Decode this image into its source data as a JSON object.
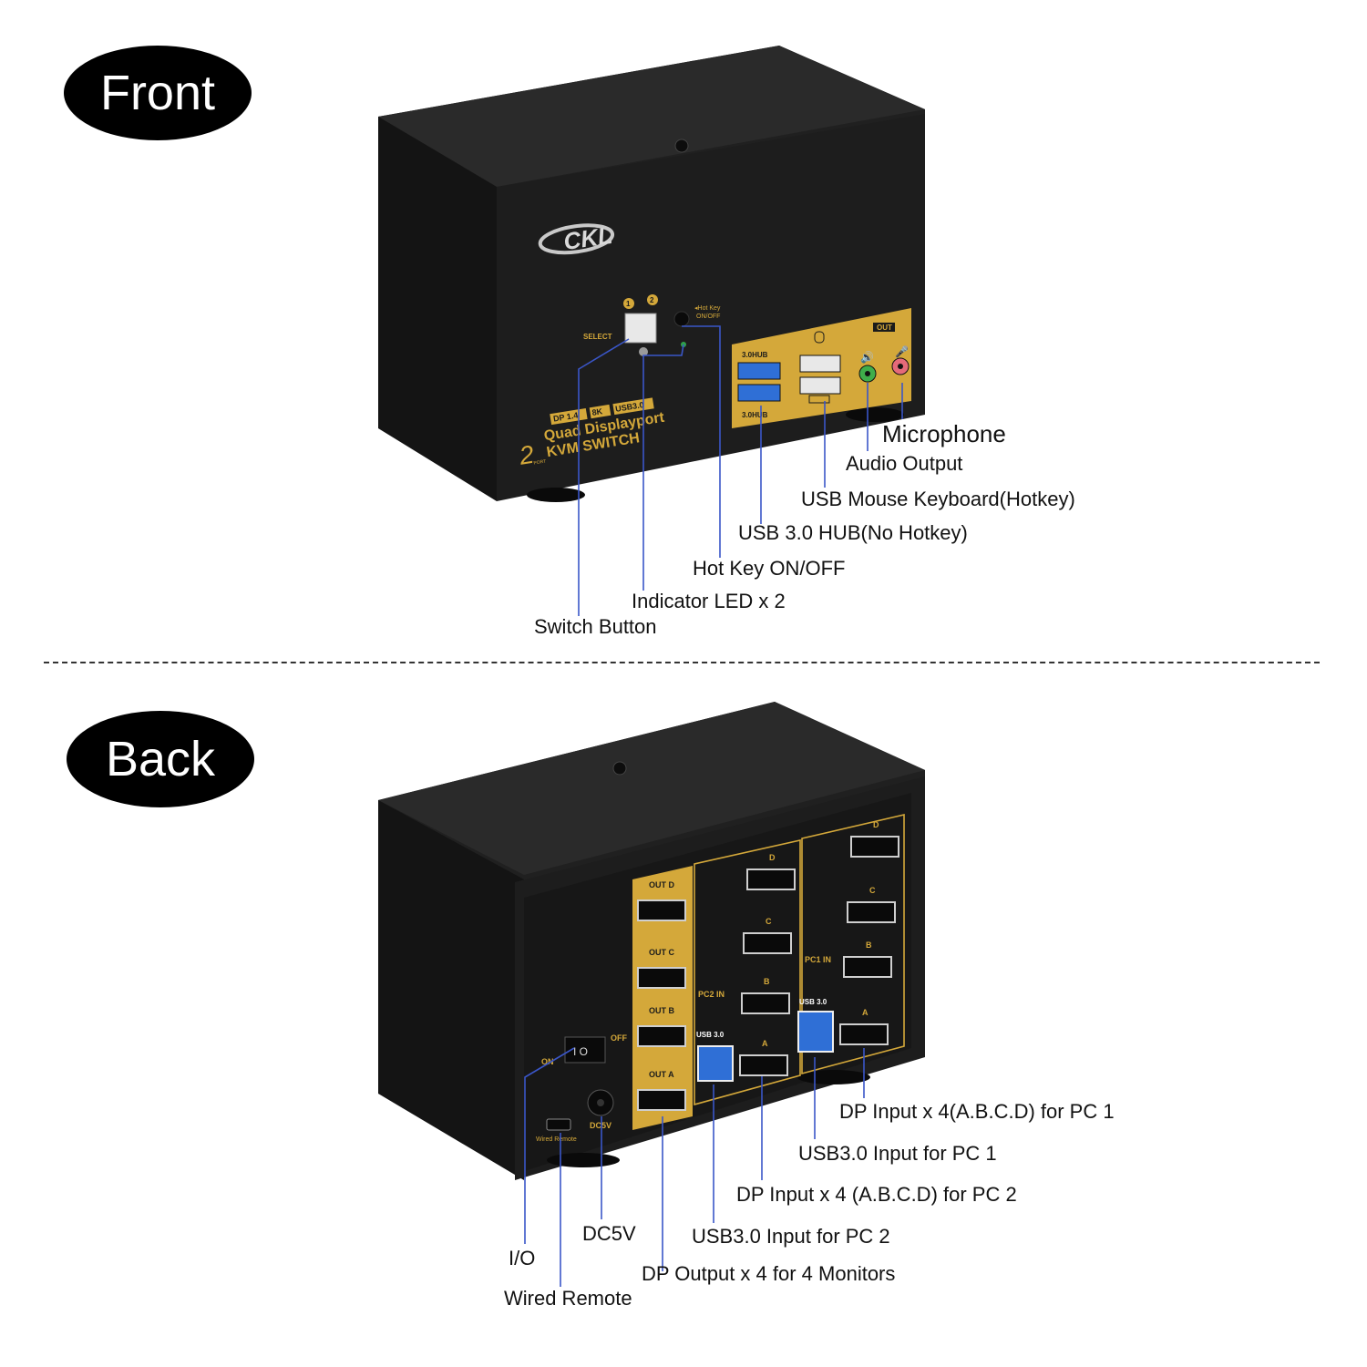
{
  "front": {
    "section_label": "Front",
    "device": {
      "brand_logo": "CKL",
      "select_label": "SELECT",
      "port_1": "1",
      "port_2": "2",
      "hotkey_label": "Hot Key ON/OFF",
      "badge_dp": "DP 1.4",
      "badge_8k": "8K",
      "badge_usb": "USB3.0",
      "product_line1": "Quad Displayport",
      "product_line2": "KVM SWITCH",
      "port_count": "2",
      "port_word": "PORT",
      "hub_top": "3.0HUB",
      "hub_bottom": "3.0HUB",
      "out_label": "OUT"
    },
    "callouts": {
      "microphone": "Microphone",
      "audio_output": "Audio Output",
      "usb_mouse_keyboard": "USB Mouse Keyboard(Hotkey)",
      "usb_hub": "USB 3.0 HUB(No Hotkey)",
      "hotkey": "Hot Key ON/OFF",
      "indicator_led": "Indicator LED x 2",
      "switch_button": "Switch Button"
    }
  },
  "back": {
    "section_label": "Back",
    "device": {
      "out_d": "OUT D",
      "out_c": "OUT C",
      "out_b": "OUT B",
      "out_a": "OUT A",
      "pc2_in": "PC2 IN",
      "pc1_in": "PC1 IN",
      "usb30_pc2": "USB 3.0",
      "usb30_pc1": "USB 3.0",
      "on": "ON",
      "off": "OFF",
      "dc5v_label": "DC5V",
      "wired_remote_label": "Wired Remote",
      "port_letters": [
        "D",
        "C",
        "B",
        "A"
      ]
    },
    "callouts": {
      "dp_input_pc1": "DP Input x 4(A.B.C.D) for PC 1",
      "usb_input_pc1": "USB3.0 Input for PC 1",
      "dp_input_pc2": "DP Input x 4 (A.B.C.D) for PC 2",
      "usb_input_pc2": "USB3.0 Input for PC 2",
      "dp_output": "DP Output x 4 for 4 Monitors",
      "dc5v": "DC5V",
      "io": "I/O",
      "wired_remote": "Wired Remote"
    }
  },
  "colors": {
    "device_body": "#1b1b1b",
    "gold_panel": "#d4a83a",
    "leader_line": "#3a56c8",
    "usb_blue": "#2f6fd6"
  }
}
